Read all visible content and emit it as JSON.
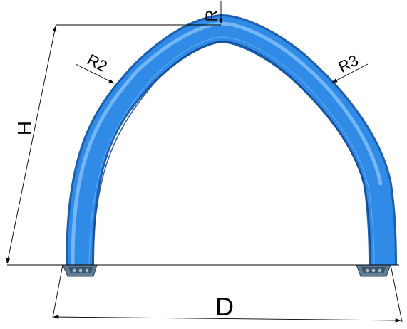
{
  "labels": {
    "radius_top": "R",
    "radius_left": "R2",
    "radius_right": "R3",
    "height": "H",
    "width": "D"
  },
  "colors": {
    "tube_main": "#2f8be6",
    "tube_shadow": "#1c5fb0",
    "tube_highlight": "#8cc6ff",
    "ends": "#5e7f97",
    "dimension_lines": "#000000",
    "background": "#ffffff"
  }
}
